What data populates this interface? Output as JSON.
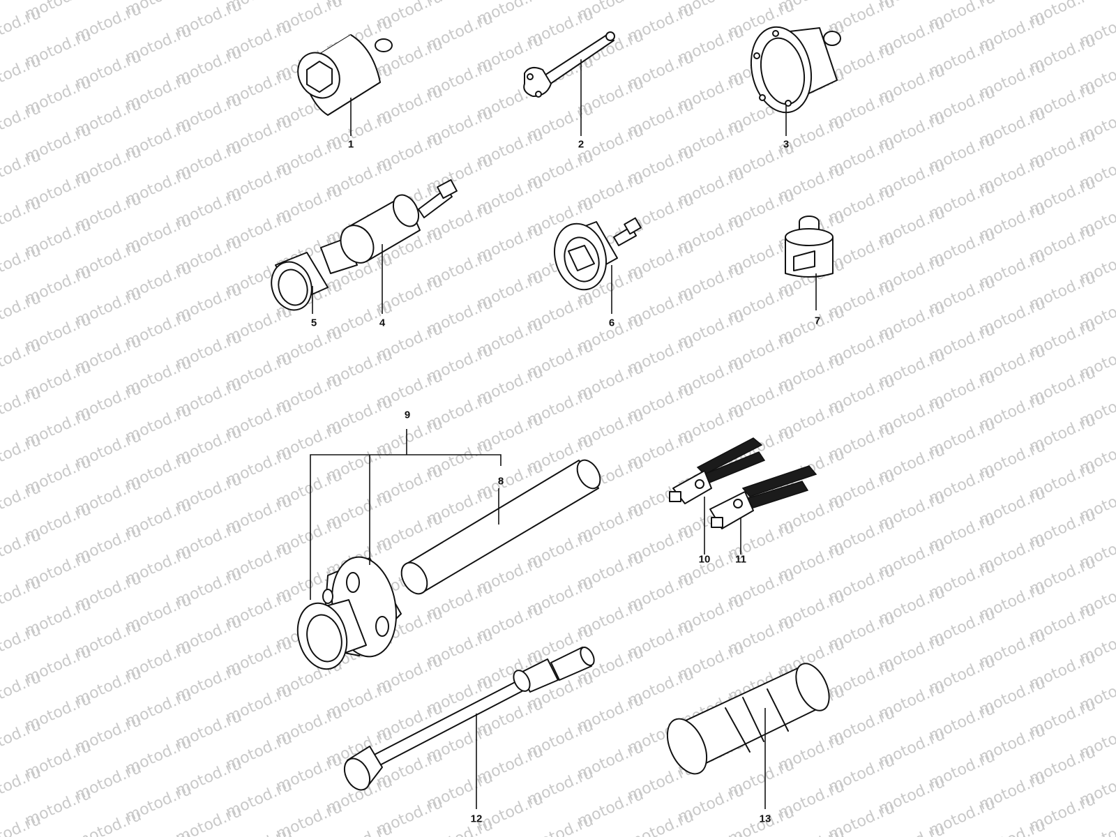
{
  "watermark_text": "motod.ru",
  "callouts": [
    {
      "id": "1",
      "label": "1"
    },
    {
      "id": "2",
      "label": "2"
    },
    {
      "id": "3",
      "label": "3"
    },
    {
      "id": "4",
      "label": "4"
    },
    {
      "id": "5",
      "label": "5"
    },
    {
      "id": "6",
      "label": "6"
    },
    {
      "id": "7",
      "label": "7"
    },
    {
      "id": "8",
      "label": "8"
    },
    {
      "id": "9",
      "label": "9"
    },
    {
      "id": "10",
      "label": "10"
    },
    {
      "id": "11",
      "label": "11"
    },
    {
      "id": "12",
      "label": "12"
    },
    {
      "id": "13",
      "label": "13"
    }
  ]
}
